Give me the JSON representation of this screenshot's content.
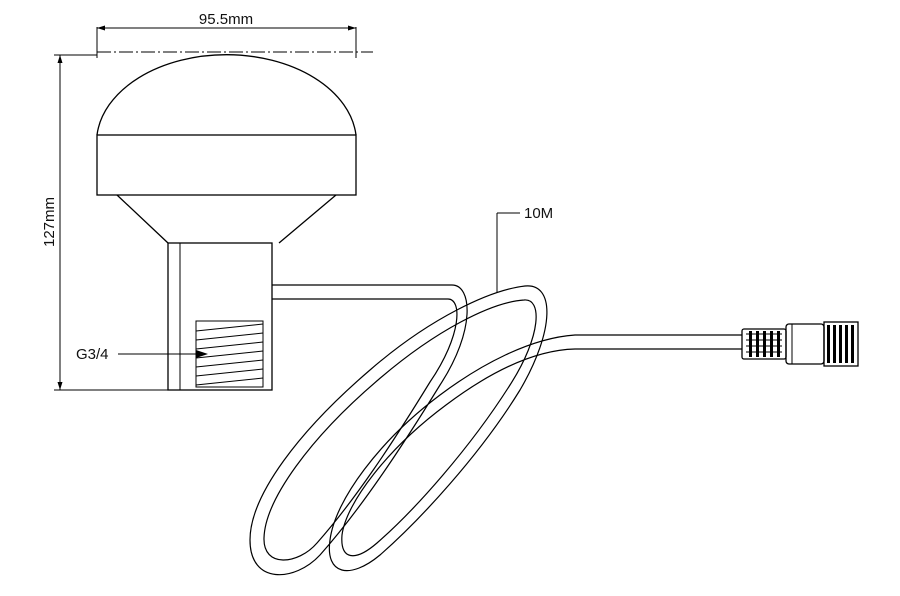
{
  "dimensions": {
    "width_label": "95.5mm",
    "height_label": "127mm",
    "cable_length_label": "10M",
    "thread_label": "G3/4"
  }
}
